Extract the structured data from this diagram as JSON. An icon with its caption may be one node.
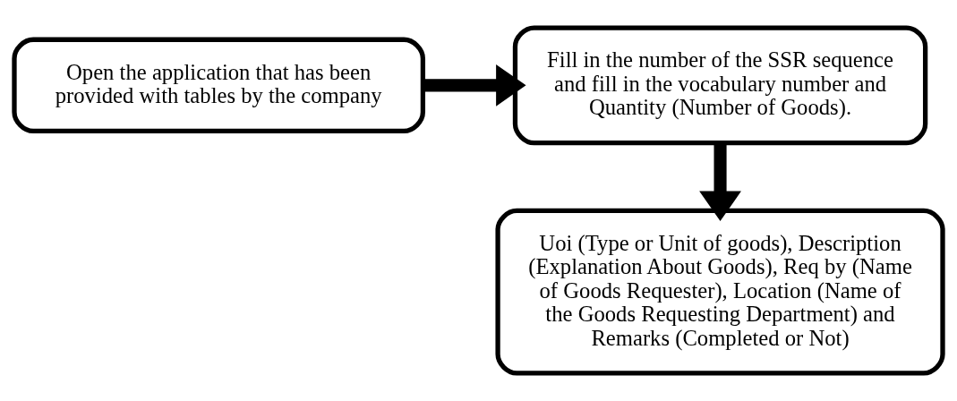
{
  "diagram": {
    "nodes": [
      {
        "text": [
          "Open the application that has been provided with tables by the company"
        ]
      },
      {
        "text": [
          "Fill in the number of the SSR sequence and fill in the vocabulary number and Quantity (Number of Goods)."
        ]
      },
      {
        "text": [
          "Uoi (Type or Unit of goods), Description (Explanation About Goods), Req by (Name of Goods Requester), Location (Name of the Goods Requesting Department) and Remarks (Completed or Not)"
        ]
      }
    ],
    "edges": [
      {
        "from": 0,
        "to": 1,
        "arrow": "to"
      },
      {
        "from": 1,
        "to": 2,
        "arrow": "to"
      }
    ]
  }
}
